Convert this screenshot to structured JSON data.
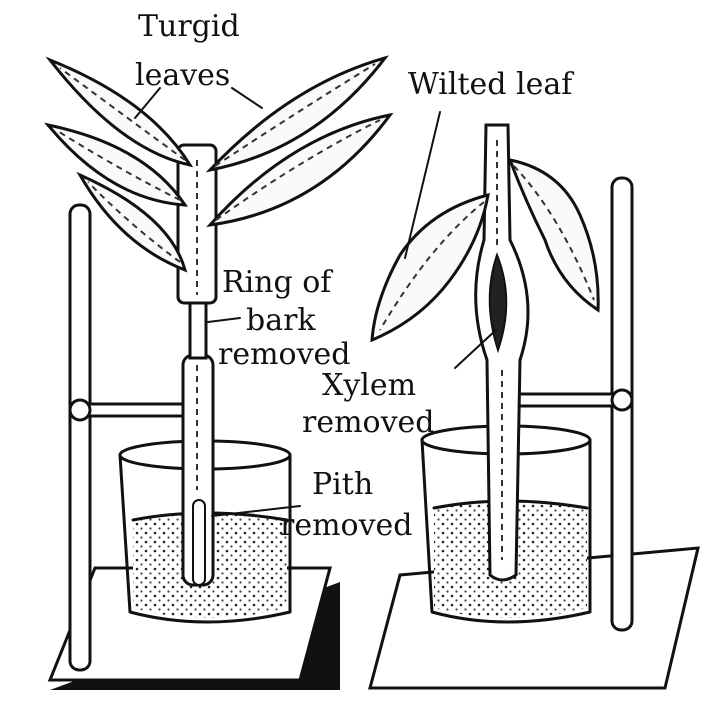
{
  "labels": {
    "turgid_leaves_line1": "Turgid",
    "turgid_leaves_line2": "leaves",
    "wilted_leaf": "Wilted leaf",
    "ring_line1": "Ring of",
    "ring_line2": "bark",
    "ring_line3": "removed",
    "xylem_line1": "Xylem",
    "xylem_line2": "removed",
    "pith_line1": "Pith",
    "pith_line2": "removed"
  },
  "colors": {
    "ink": "#111111",
    "paper": "#ffffff"
  }
}
